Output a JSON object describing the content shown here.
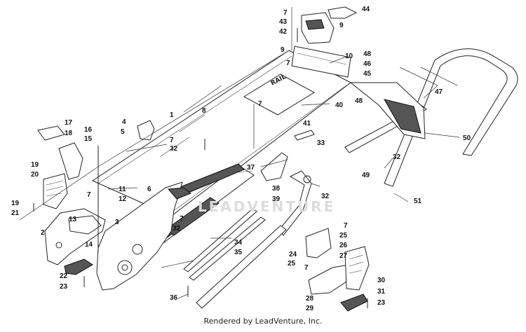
{
  "diagram": {
    "credit": "Rendered by LeadVenture, Inc.",
    "watermark_logo": "LEADVENTURE",
    "colors": {
      "line": "#222222",
      "fill": "#ffffff",
      "shade": "#555555"
    },
    "callouts": [
      {
        "id": "c-1",
        "text": "1"
      },
      {
        "id": "c-2",
        "text": "2"
      },
      {
        "id": "c-3",
        "text": "3"
      },
      {
        "id": "c-4",
        "text": "4"
      },
      {
        "id": "c-5",
        "text": "5"
      },
      {
        "id": "c-6",
        "text": "6"
      },
      {
        "id": "c-7a",
        "text": "7"
      },
      {
        "id": "c-7b",
        "text": "7"
      },
      {
        "id": "c-7c",
        "text": "7"
      },
      {
        "id": "c-7d",
        "text": "7"
      },
      {
        "id": "c-7e",
        "text": "7"
      },
      {
        "id": "c-7f",
        "text": "7"
      },
      {
        "id": "c-7g",
        "text": "7"
      },
      {
        "id": "c-7h",
        "text": "7"
      },
      {
        "id": "c-8",
        "text": "8"
      },
      {
        "id": "c-9a",
        "text": "9"
      },
      {
        "id": "c-9b",
        "text": "9"
      },
      {
        "id": "c-10",
        "text": "10"
      },
      {
        "id": "c-11",
        "text": "11"
      },
      {
        "id": "c-12",
        "text": "12"
      },
      {
        "id": "c-13",
        "text": "13"
      },
      {
        "id": "c-14",
        "text": "14"
      },
      {
        "id": "c-15",
        "text": "15"
      },
      {
        "id": "c-16",
        "text": "16"
      },
      {
        "id": "c-17",
        "text": "17"
      },
      {
        "id": "c-18",
        "text": "18"
      },
      {
        "id": "c-19a",
        "text": "19"
      },
      {
        "id": "c-19b",
        "text": "19"
      },
      {
        "id": "c-20",
        "text": "20"
      },
      {
        "id": "c-21",
        "text": "21"
      },
      {
        "id": "c-22",
        "text": "22"
      },
      {
        "id": "c-23a",
        "text": "23"
      },
      {
        "id": "c-23b",
        "text": "23"
      },
      {
        "id": "c-24",
        "text": "24"
      },
      {
        "id": "c-25a",
        "text": "25"
      },
      {
        "id": "c-25b",
        "text": "25"
      },
      {
        "id": "c-26",
        "text": "26"
      },
      {
        "id": "c-27",
        "text": "27"
      },
      {
        "id": "c-28",
        "text": "28"
      },
      {
        "id": "c-29",
        "text": "29"
      },
      {
        "id": "c-30",
        "text": "30"
      },
      {
        "id": "c-31",
        "text": "31"
      },
      {
        "id": "c-32a",
        "text": "32"
      },
      {
        "id": "c-32b",
        "text": "32"
      },
      {
        "id": "c-32c",
        "text": "32"
      },
      {
        "id": "c-32d",
        "text": "32"
      },
      {
        "id": "c-33",
        "text": "33"
      },
      {
        "id": "c-34",
        "text": "34"
      },
      {
        "id": "c-35",
        "text": "35"
      },
      {
        "id": "c-36",
        "text": "36"
      },
      {
        "id": "c-37",
        "text": "37"
      },
      {
        "id": "c-38",
        "text": "38"
      },
      {
        "id": "c-39",
        "text": "39"
      },
      {
        "id": "c-40",
        "text": "40"
      },
      {
        "id": "c-41",
        "text": "41"
      },
      {
        "id": "c-42",
        "text": "42"
      },
      {
        "id": "c-43",
        "text": "43"
      },
      {
        "id": "c-44",
        "text": "44"
      },
      {
        "id": "c-45",
        "text": "45"
      },
      {
        "id": "c-46",
        "text": "46"
      },
      {
        "id": "c-47",
        "text": "47"
      },
      {
        "id": "c-48a",
        "text": "48"
      },
      {
        "id": "c-48b",
        "text": "48"
      },
      {
        "id": "c-49",
        "text": "49"
      },
      {
        "id": "c-50",
        "text": "50"
      },
      {
        "id": "c-51",
        "text": "51"
      }
    ]
  }
}
